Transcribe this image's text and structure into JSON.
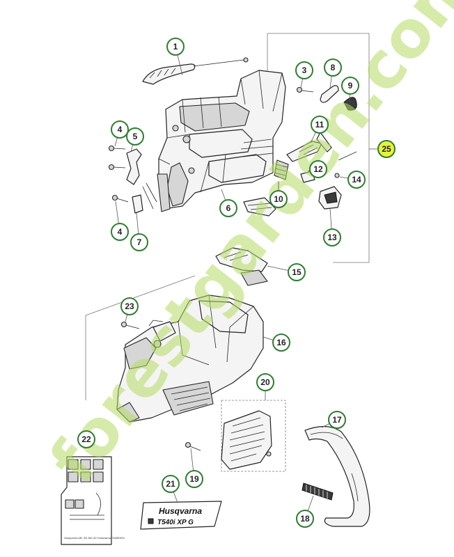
{
  "callouts": [
    {
      "label": "1"
    },
    {
      "label": "3"
    },
    {
      "label": "8"
    },
    {
      "label": "9"
    },
    {
      "label": "4"
    },
    {
      "label": "5"
    },
    {
      "label": "11"
    },
    {
      "label": "25"
    },
    {
      "label": "12"
    },
    {
      "label": "14"
    },
    {
      "label": "10"
    },
    {
      "label": "6"
    },
    {
      "label": "4"
    },
    {
      "label": "7"
    },
    {
      "label": "13"
    },
    {
      "label": "15"
    },
    {
      "label": "23"
    },
    {
      "label": "16"
    },
    {
      "label": "20"
    },
    {
      "label": "17"
    },
    {
      "label": "22"
    },
    {
      "label": "19"
    },
    {
      "label": "21"
    },
    {
      "label": "18"
    }
  ],
  "decal": {
    "brand": "Husqvarna",
    "model": "T540i XP G"
  },
  "watermark": "forestgarden.com",
  "colors": {
    "callout_ring": "#2f7d32",
    "highlight_fill": "#e8f23a",
    "watermark_green": "#b5dc63",
    "watermark_orange": "#f5a623",
    "watermark_brown": "#b59a7a"
  }
}
